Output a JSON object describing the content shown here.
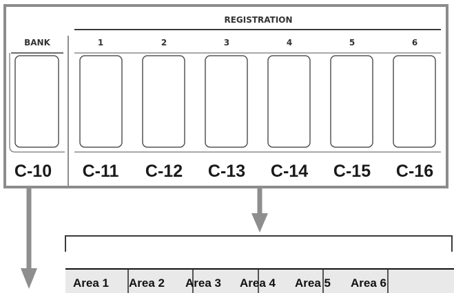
{
  "panel": {
    "registration_label": "REGISTRATION",
    "bank_label": "BANK",
    "bank_code": "C-10",
    "buttons": [
      {
        "number": "1",
        "code": "C-11"
      },
      {
        "number": "2",
        "code": "C-12"
      },
      {
        "number": "3",
        "code": "C-13"
      },
      {
        "number": "4",
        "code": "C-14"
      },
      {
        "number": "5",
        "code": "C-15"
      },
      {
        "number": "6",
        "code": "C-16"
      }
    ]
  },
  "areas": [
    "Area 1",
    "Area 2",
    "Area 3",
    "Area 4",
    "Area 5",
    "Area 6"
  ],
  "colors": {
    "panel_border": "#8c8c8c",
    "line_dark": "#3a3a3a",
    "arrow": "#8e8e8e",
    "area_bg": "#e9e9e9"
  }
}
